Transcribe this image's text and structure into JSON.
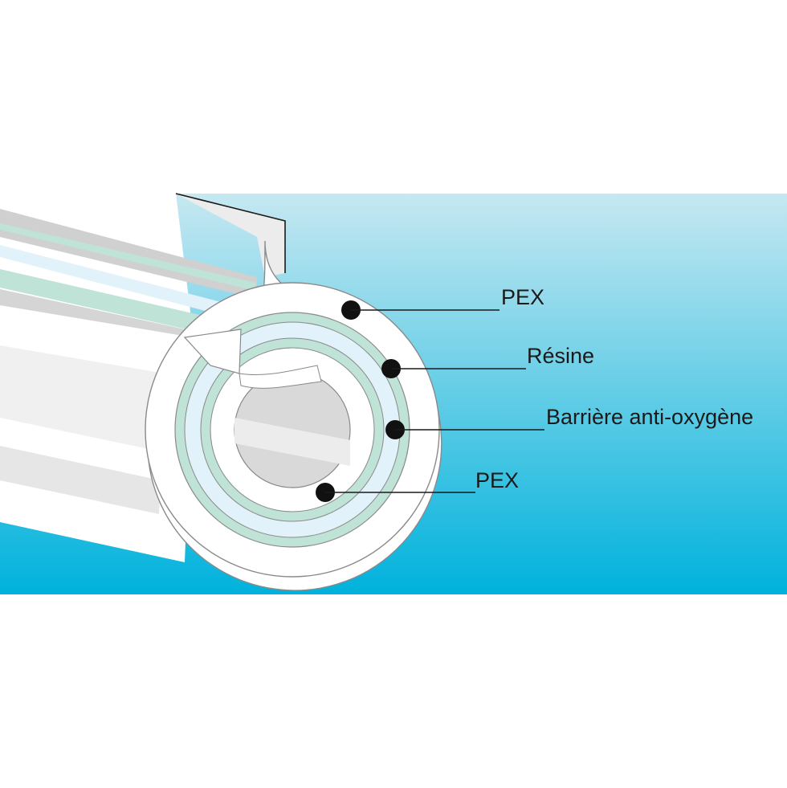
{
  "diagram": {
    "colors": {
      "background_top": "#c6e8f1",
      "background_bottom": "#00b2dc",
      "pipe_white": "#ffffff",
      "pipe_shadow": "#ececec",
      "pipe_dark_band": "#d5d5d5",
      "bore_grey": "#d9d9d9",
      "resin_green": "#bfe3d6",
      "barrier_blue": "#e2f2fa",
      "outline": "#8a8a8a",
      "text": "#1a1a1a"
    },
    "labels": [
      {
        "text": "PEX"
      },
      {
        "text": "Résine"
      },
      {
        "text": "Barrière anti-oxygène"
      },
      {
        "text": "PEX"
      }
    ]
  }
}
